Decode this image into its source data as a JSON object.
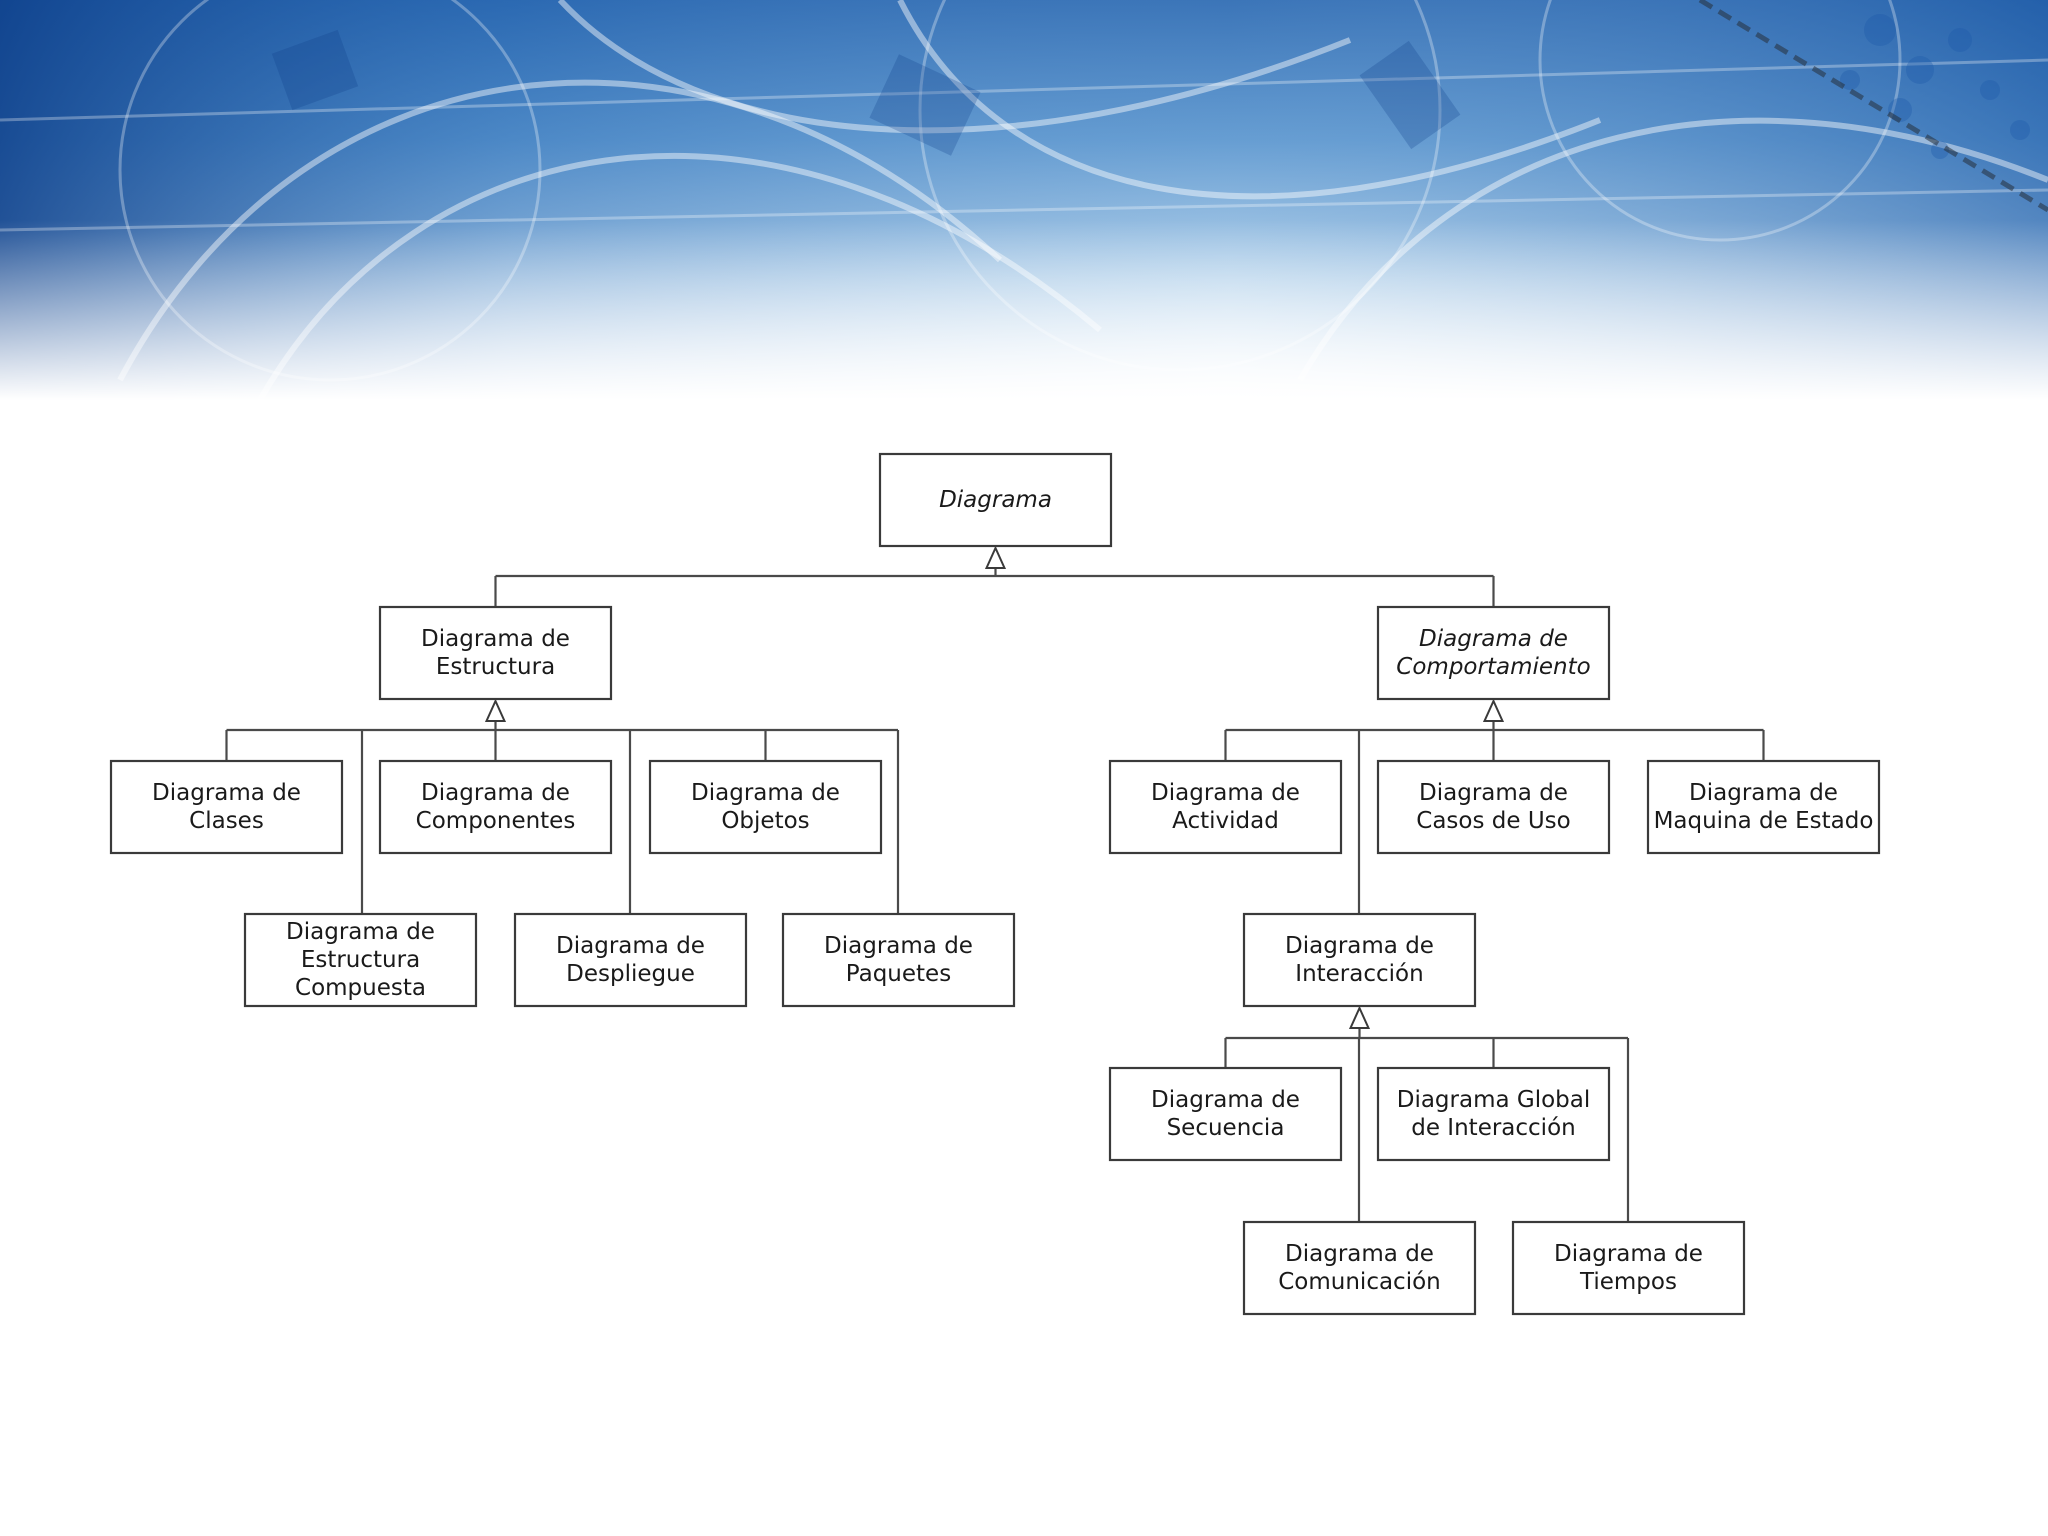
{
  "colors": {
    "banner_dark": "#1f5fa8",
    "banner_mid": "#6fa7d6",
    "banner_light": "#cfe2f2",
    "line": "#3a3a3a",
    "box_fill": "#ffffff"
  },
  "diagram": {
    "nodes": [
      {
        "id": "diagrama",
        "lines": [
          "Diagrama"
        ],
        "abstract": true
      },
      {
        "id": "estructura",
        "lines": [
          "Diagrama de",
          "Estructura"
        ],
        "abstract": false
      },
      {
        "id": "comportamiento",
        "lines": [
          "Diagrama de",
          "Comportamiento"
        ],
        "abstract": true
      },
      {
        "id": "clases",
        "lines": [
          "Diagrama de",
          "Clases"
        ],
        "abstract": false
      },
      {
        "id": "componentes",
        "lines": [
          "Diagrama de",
          "Componentes"
        ],
        "abstract": false
      },
      {
        "id": "objetos",
        "lines": [
          "Diagrama de",
          "Objetos"
        ],
        "abstract": false
      },
      {
        "id": "estructura-compuesta",
        "lines": [
          "Diagrama de",
          "Estructura",
          "Compuesta"
        ],
        "abstract": false
      },
      {
        "id": "despliegue",
        "lines": [
          "Diagrama de",
          "Despliegue"
        ],
        "abstract": false
      },
      {
        "id": "paquetes",
        "lines": [
          "Diagrama de",
          "Paquetes"
        ],
        "abstract": false
      },
      {
        "id": "actividad",
        "lines": [
          "Diagrama de",
          "Actividad"
        ],
        "abstract": false
      },
      {
        "id": "casos-de-uso",
        "lines": [
          "Diagrama de",
          "Casos de Uso"
        ],
        "abstract": false
      },
      {
        "id": "maquina-de-estado",
        "lines": [
          "Diagrama de",
          "Maquina de Estado"
        ],
        "abstract": false
      },
      {
        "id": "interaccion",
        "lines": [
          "Diagrama de",
          "Interacción"
        ],
        "abstract": false
      },
      {
        "id": "secuencia",
        "lines": [
          "Diagrama de",
          "Secuencia"
        ],
        "abstract": false
      },
      {
        "id": "global-interaccion",
        "lines": [
          "Diagrama Global",
          "de Interacción"
        ],
        "abstract": false
      },
      {
        "id": "comunicacion",
        "lines": [
          "Diagrama de",
          "Comunicación"
        ],
        "abstract": false
      },
      {
        "id": "tiempos",
        "lines": [
          "Diagrama de",
          "Tiempos"
        ],
        "abstract": false
      }
    ],
    "edges": [
      {
        "from": "estructura",
        "to": "diagrama"
      },
      {
        "from": "comportamiento",
        "to": "diagrama"
      },
      {
        "from": "clases",
        "to": "estructura"
      },
      {
        "from": "componentes",
        "to": "estructura"
      },
      {
        "from": "objetos",
        "to": "estructura"
      },
      {
        "from": "estructura-compuesta",
        "to": "estructura"
      },
      {
        "from": "despliegue",
        "to": "estructura"
      },
      {
        "from": "paquetes",
        "to": "estructura"
      },
      {
        "from": "actividad",
        "to": "comportamiento"
      },
      {
        "from": "casos-de-uso",
        "to": "comportamiento"
      },
      {
        "from": "maquina-de-estado",
        "to": "comportamiento"
      },
      {
        "from": "interaccion",
        "to": "comportamiento"
      },
      {
        "from": "secuencia",
        "to": "interaccion"
      },
      {
        "from": "global-interaccion",
        "to": "interaccion"
      },
      {
        "from": "comunicacion",
        "to": "interaccion"
      },
      {
        "from": "tiempos",
        "to": "interaccion"
      }
    ]
  }
}
